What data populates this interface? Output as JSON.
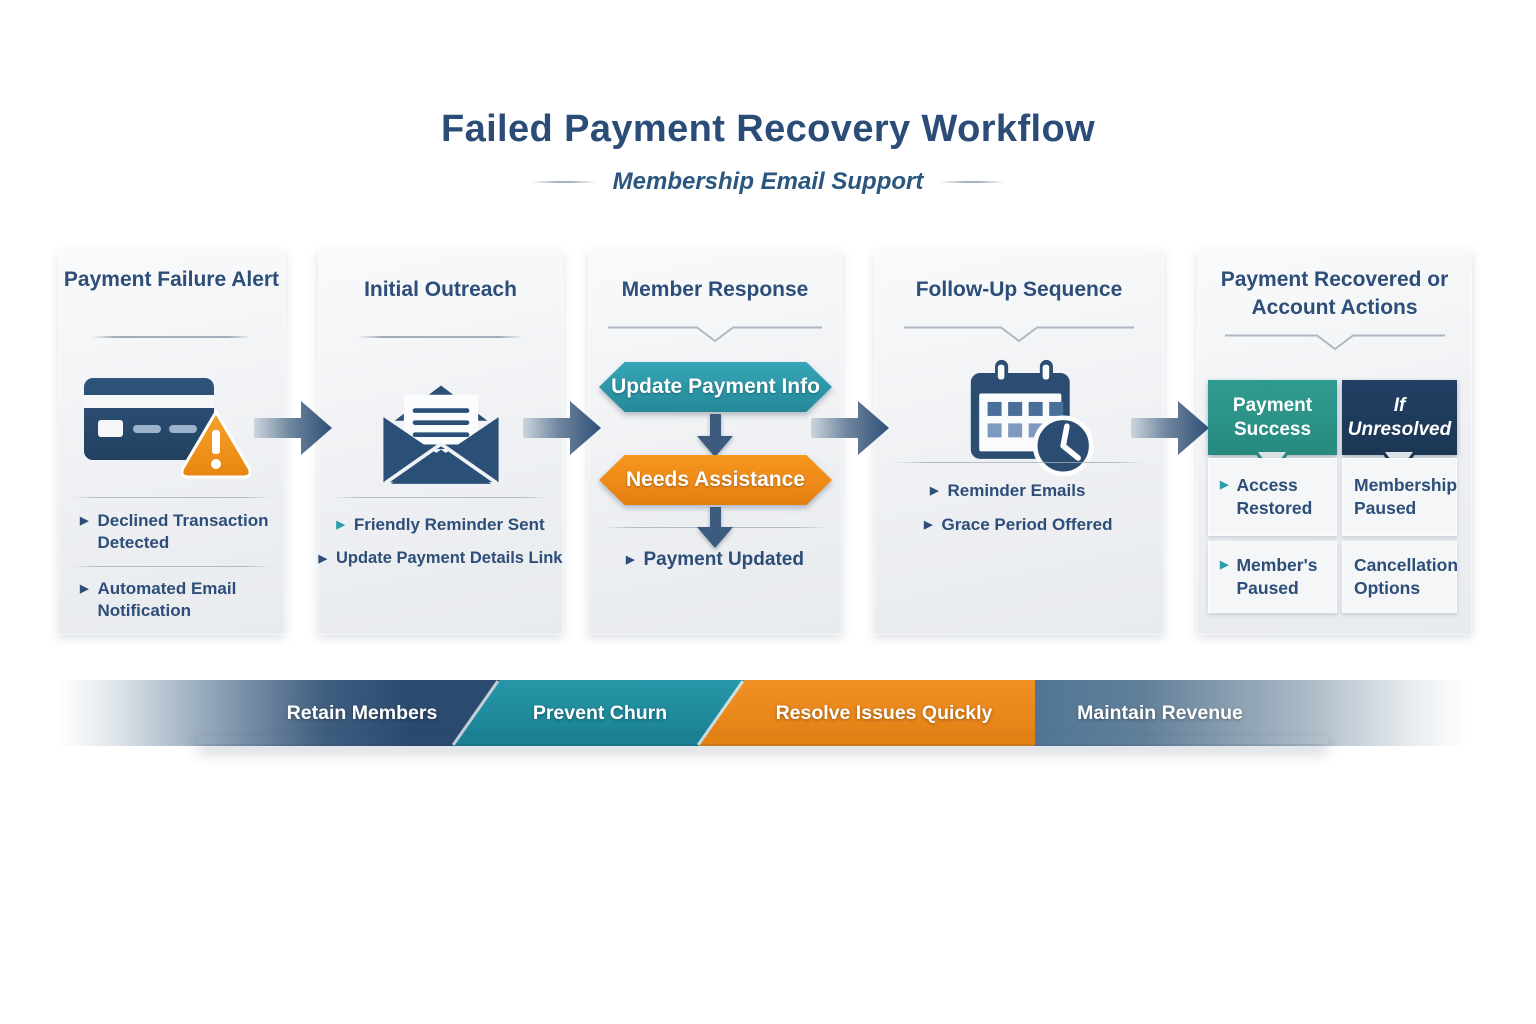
{
  "header": {
    "title": "Failed Payment Recovery Workflow",
    "subtitle": "Membership Email Support"
  },
  "panels": [
    {
      "title": "Payment Failure Alert",
      "icon": "credit-card-warning-icon",
      "bullets": [
        {
          "label": "Declined Transaction Detected",
          "marker_color": "navy"
        },
        {
          "label": "Automated Email Notification",
          "marker_color": "navy"
        }
      ]
    },
    {
      "title": "Initial Outreach",
      "icon": "open-envelope-icon",
      "bullets": [
        {
          "label": "Friendly Reminder Sent",
          "marker_color": "teal"
        },
        {
          "label": "Update Payment Details Link",
          "marker_color": "navy"
        }
      ]
    },
    {
      "title": "Member Response",
      "options": [
        {
          "label": "Update Payment Info",
          "color": "#2b95a6"
        },
        {
          "label": "Needs Assistance",
          "color": "#ee8a17"
        }
      ],
      "bullets": [
        {
          "label": "Payment Updated",
          "marker_color": "navy"
        }
      ]
    },
    {
      "title": "Follow-Up Sequence",
      "icon": "calendar-clock-icon",
      "bullets": [
        {
          "label": "Reminder Emails",
          "marker_color": "navy"
        },
        {
          "label": "Grace Period Offered",
          "marker_color": "navy"
        }
      ]
    },
    {
      "title": "Payment Recovered or Account Actions",
      "success": {
        "header": "Payment Success",
        "color": "#27897e",
        "items": [
          {
            "label": "Access Restored"
          },
          {
            "label": "Member's Paused"
          }
        ]
      },
      "unresolved": {
        "header": "If Unresolved",
        "color": "#1c3654",
        "items": [
          {
            "label": "Membership Paused"
          },
          {
            "label": "Cancellation Options"
          }
        ]
      }
    }
  ],
  "banner": {
    "segments": [
      {
        "label": "Retain Members",
        "color": "#2b4a6f"
      },
      {
        "label": "Prevent Churn",
        "color": "#1f8a9b"
      },
      {
        "label": "Resolve Issues Quickly",
        "color": "#e9851c"
      },
      {
        "label": "Maintain Revenue",
        "color": "#5a7e9e"
      }
    ]
  },
  "colors": {
    "navy": "#2d4e78",
    "teal": "#2e9cb0",
    "orange": "#ee8a17",
    "success_teal": "#27897e",
    "unresolved_navy": "#1c3654",
    "panel_background": "#eef0f3"
  }
}
